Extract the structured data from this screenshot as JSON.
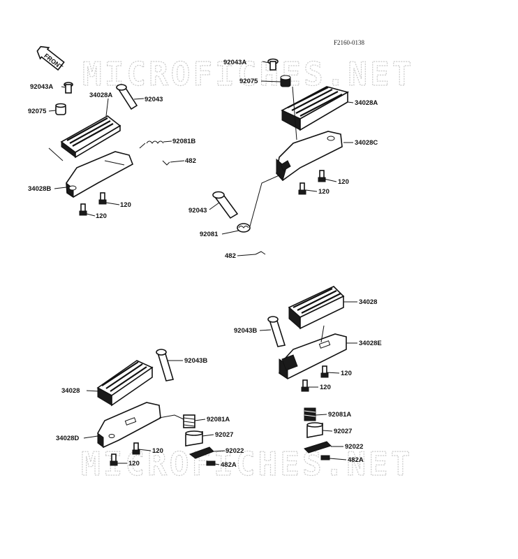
{
  "figure_code": "F2160-0138",
  "front_label": "FRONT",
  "watermark": "MICROFICHES.NET",
  "labels": {
    "tl_92043A": "92043A",
    "tl_92075": "92075",
    "tl_34028A": "34028A",
    "tl_92043": "92043",
    "tl_92081B": "92081B",
    "tl_482": "482",
    "tl_34028B": "34028B",
    "tl_120a": "120",
    "tl_120b": "120",
    "tr_92043A": "92043A",
    "tr_92075": "92075",
    "tr_34028A": "34028A",
    "tr_34028C": "34028C",
    "tr_120a": "120",
    "tr_120b": "120",
    "tr_92043": "92043",
    "tr_92081": "92081",
    "tr_482": "482",
    "bl_92043B": "92043B",
    "bl_34028": "34028",
    "bl_92081A": "92081A",
    "bl_92027": "92027",
    "bl_34028D": "34028D",
    "bl_120a": "120",
    "bl_92022": "92022",
    "bl_120b": "120",
    "bl_482A": "482A",
    "br_34028": "34028",
    "br_92043B": "92043B",
    "br_34028E": "34028E",
    "br_120a": "120",
    "br_120b": "120",
    "br_92081A": "92081A",
    "br_92027": "92027",
    "br_92022": "92022",
    "br_482A": "482A"
  }
}
